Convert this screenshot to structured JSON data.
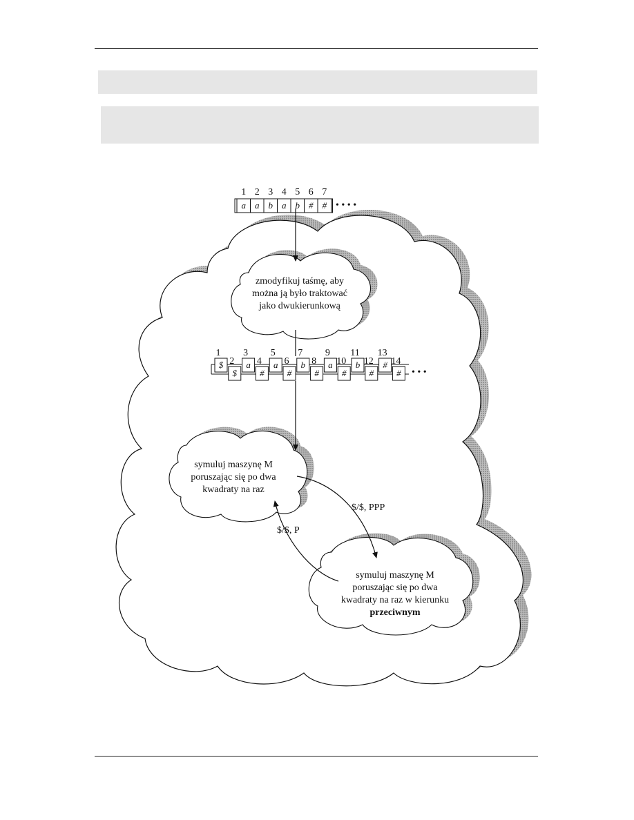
{
  "tape_original": {
    "indices": [
      "1",
      "2",
      "3",
      "4",
      "5",
      "6",
      "7"
    ],
    "cells": [
      "a",
      "a",
      "b",
      "a",
      "b",
      "#",
      "#"
    ],
    "ellipsis": "• • • •"
  },
  "tape_modified": {
    "indices": [
      "1",
      "2",
      "3",
      "4",
      "5",
      "6",
      "7",
      "8",
      "9",
      "10",
      "11",
      "12",
      "13",
      "14"
    ],
    "cells": [
      "$",
      "$",
      "a",
      "#",
      "a",
      "#",
      "b",
      "#",
      "a",
      "#",
      "b",
      "#",
      "#",
      "#"
    ],
    "ellipsis": "• • •"
  },
  "cloud_modify": {
    "lines": [
      "zmodyfikuj taśmę, aby",
      "można ją było traktować",
      "jako dwukierunkową"
    ]
  },
  "cloud_sim_forward": {
    "lines": [
      "symuluj maszynę M",
      "poruszając się po dwa",
      "kwadraty na raz"
    ]
  },
  "cloud_sim_reverse": {
    "lines": [
      "symuluj maszynę M",
      "poruszając się po dwa",
      "kwadraty na raz w kierunku",
      "przeciwnym"
    ]
  },
  "edge_forward_to_reverse": "$/$, PPP",
  "edge_reverse_to_forward": "$/$, P"
}
